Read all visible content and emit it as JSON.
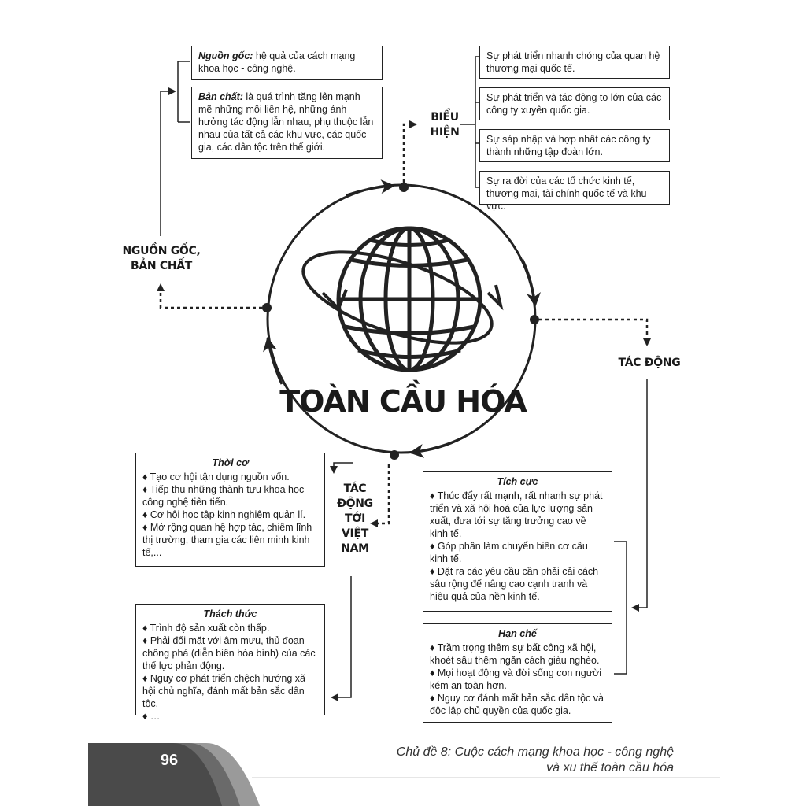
{
  "title": "TOÀN CẦU HÓA",
  "nodes": {
    "origin_line1": "NGUỒN GỐC,",
    "origin_line2": "BẢN CHẤT",
    "express_line1": "BIỂU",
    "express_line2": "HIỆN",
    "impact": "TÁC ĐỘNG",
    "vn_line1": "TÁC",
    "vn_line2": "ĐỘNG",
    "vn_line3": "TỚI",
    "vn_line4": "VIỆT",
    "vn_line5": "NAM"
  },
  "origin_boxes": {
    "source_label": "Nguồn gốc:",
    "source_text": " hệ quả của cách mạng khoa học - công nghệ.",
    "nature_label": "Bản chất:",
    "nature_text": " là quá trình tăng lên mạnh mẽ những mối liên hệ, những ảnh hưởng tác động lẫn nhau, phụ thuộc lẫn nhau của tất cả các khu vực, các quốc gia, các dân tộc trên thế giới."
  },
  "expressions": [
    "Sự phát triển nhanh chóng của quan hệ thương mại quốc tế.",
    "Sự phát triển và tác động to lớn của các công ty xuyên quốc gia.",
    "Sự sáp nhập và hợp nhất các công ty thành những tập đoàn lớn.",
    "Sự ra đời của các tổ chức kinh tế, thương mại, tài chính quốc tế và khu vực."
  ],
  "opportunities": {
    "title": "Thời cơ",
    "items": [
      "♦ Tạo cơ hội tận dụng nguồn vốn.",
      "♦ Tiếp thu những thành tựu khoa học - công nghệ tiên tiến.",
      "♦ Cơ hội học tập kinh nghiệm quản lí.",
      "♦ Mở rộng quan hệ hợp tác, chiếm lĩnh thị trường, tham gia các liên minh kinh tế,..."
    ]
  },
  "challenges": {
    "title": "Thách thức",
    "items": [
      "♦ Trình độ sản xuất còn thấp.",
      "♦ Phải đối mặt với âm mưu, thủ đoạn chống phá (diễn biến hòa bình) của các thế lực phản động.",
      "♦ Nguy cơ phát triển chệch hướng xã hội chủ nghĩa, đánh mất bản sắc dân tộc.",
      "♦ …"
    ]
  },
  "positive": {
    "title": "Tích cực",
    "items": [
      "♦ Thúc đẩy rất mạnh, rất nhanh sự phát triển và xã hội hoá của lực lượng sản xuất, đưa tới sự tăng trưởng cao về kinh tế.",
      "♦ Góp phần làm chuyển biến cơ cấu kinh tế.",
      "♦ Đặt ra các yêu cầu cần phải cải cách sâu rộng để nâng cao cạnh tranh và hiệu quả của nền kinh tế."
    ]
  },
  "negative": {
    "title": "Hạn chế",
    "items": [
      "♦ Trầm trọng thêm sự bất công xã hội, khoét sâu thêm ngăn cách giàu nghèo.",
      "♦ Mọi hoạt động và đời sống con người kém an toàn hơn.",
      "♦ Nguy cơ đánh mất bản sắc dân tộc và độc lập chủ quyền của quốc gia."
    ]
  },
  "footer": {
    "page_number": "96",
    "chapter_line1": "Chủ đề 8: Cuộc cách mạng khoa học - công nghệ",
    "chapter_line2": "và xu thế toàn cầu hóa"
  },
  "colors": {
    "ink": "#222222",
    "footer_dark": "#555555",
    "footer_light": "#9a9a9a"
  },
  "icons": [
    "globe-icon"
  ]
}
